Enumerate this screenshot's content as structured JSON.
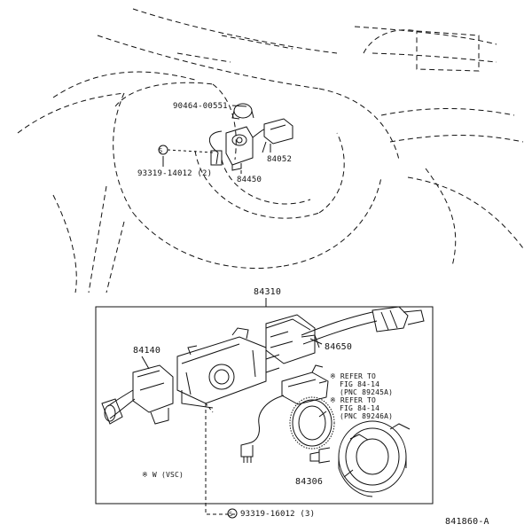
{
  "labels": {
    "p90464": "90464-00551",
    "p93319_top": "93319-14012 (2)",
    "p84052": "84052",
    "p84450": "84450",
    "p84310": "84310",
    "p84140": "84140",
    "p84650": "84650",
    "p84306": "84306",
    "p93319_bottom": "93319-16012 (3)",
    "figure_code": "841860-A"
  },
  "notes": {
    "refer1": [
      "※ REFER TO",
      "FIG 84-14",
      "(PNC 89245A)"
    ],
    "refer2": [
      "※ REFER TO",
      "FIG 84-14",
      "(PNC 89246A)"
    ],
    "vsc": "※ W (VSC)"
  },
  "symbols": {
    "s_symbol": "S"
  },
  "colors": {
    "ink": "#111111",
    "paper": "#ffffff"
  }
}
